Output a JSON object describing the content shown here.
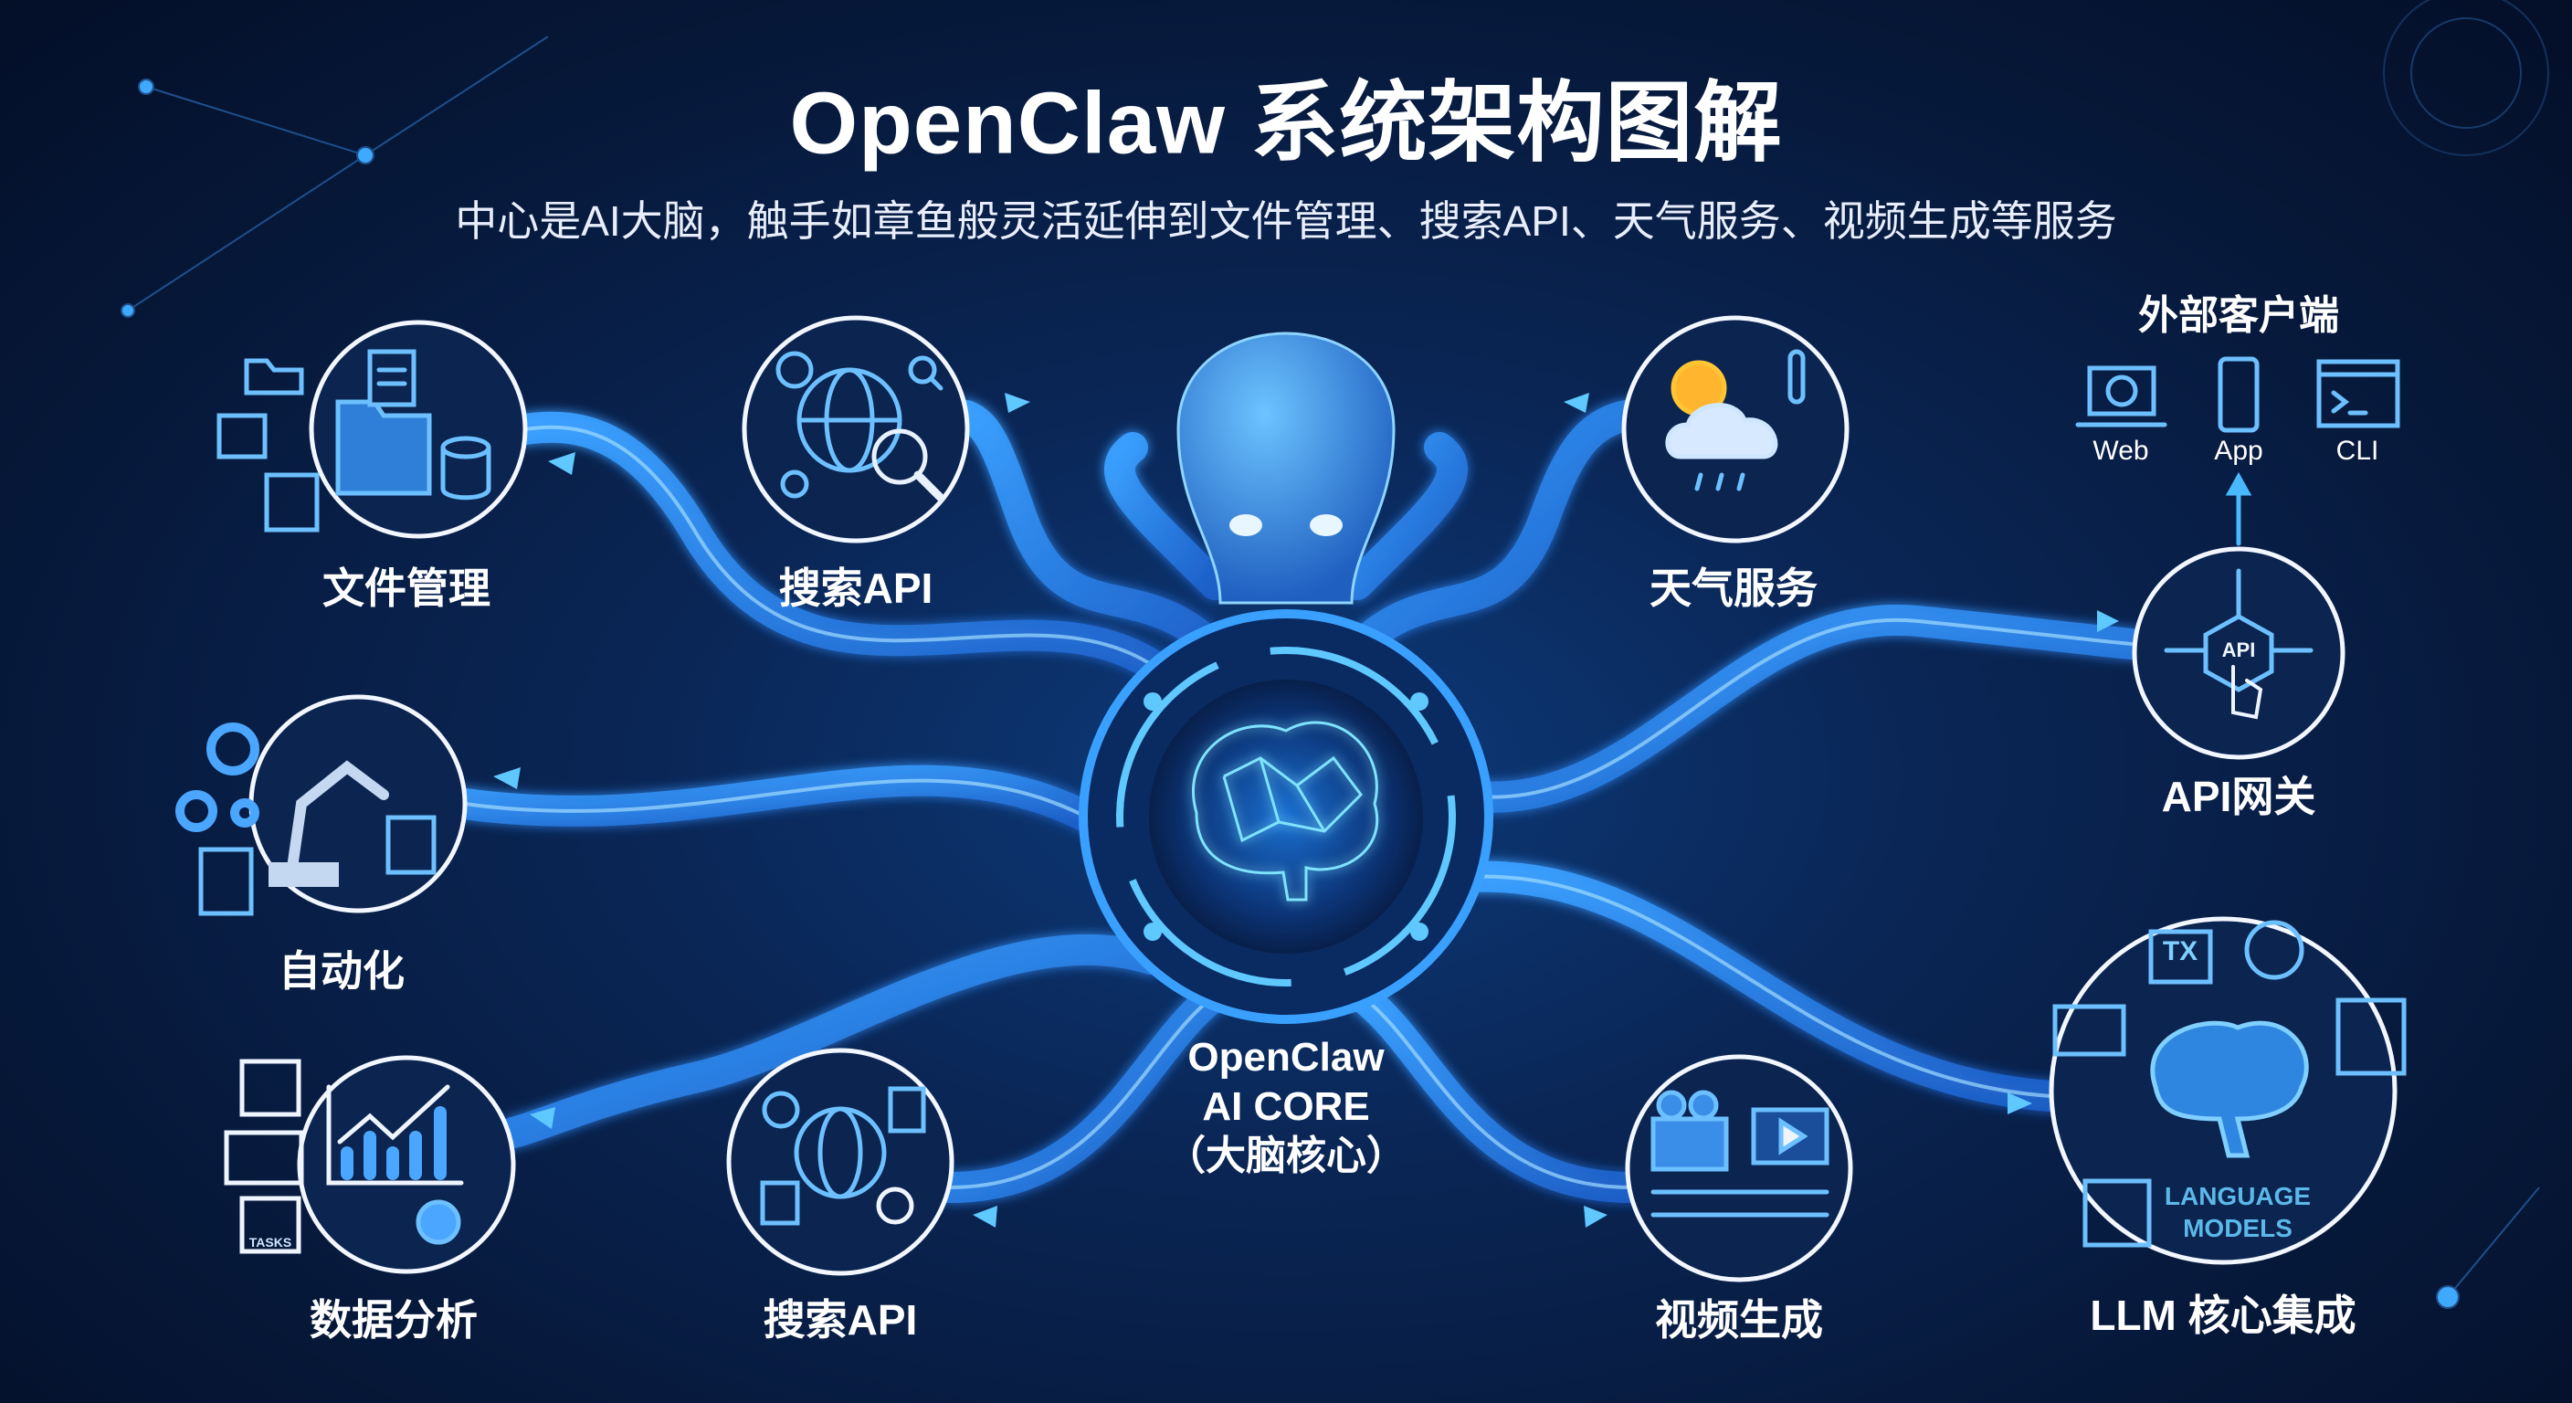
{
  "header": {
    "title": "OpenClaw 系统架构图解",
    "subtitle": "中心是AI大脑，触手如章鱼般灵活延伸到文件管理、搜索API、天气服务、视频生成等服务"
  },
  "core": {
    "line1": "OpenClaw",
    "line2": "AI CORE",
    "line3": "（大脑核心）"
  },
  "nodes": {
    "files": "文件管理",
    "search_top": "搜索API",
    "weather": "天气服务",
    "gateway": "API网关",
    "automation": "自动化",
    "analytics": "数据分析",
    "search_bottom": "搜索API",
    "video": "视频生成",
    "llm": "LLM 核心集成"
  },
  "clients": {
    "title": "外部客户端",
    "items": [
      "Web",
      "App",
      "CLI"
    ]
  },
  "icon_text": {
    "api": "API",
    "tasks": "TASKS",
    "tx": "TX",
    "llm_line1": "LANGUAGE",
    "llm_line2": "MODELS"
  },
  "colors": {
    "background": "#071a3a",
    "tentacle": "#2f8cf0",
    "glow": "#5ec8ff",
    "text": "#ffffff"
  }
}
